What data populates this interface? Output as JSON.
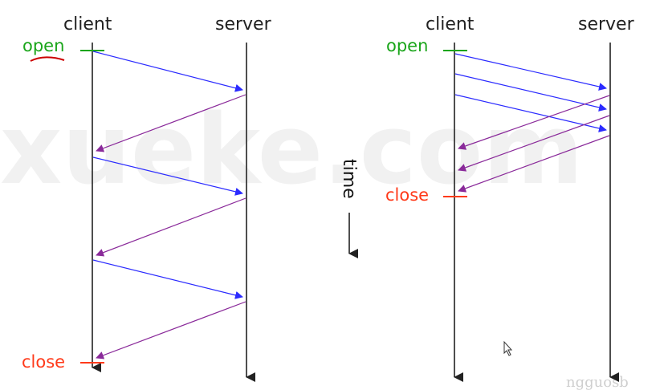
{
  "watermark": {
    "text": "xueke.com",
    "bottom_text": "ngguosb"
  },
  "colors": {
    "client_to_server": "#2b2bff",
    "server_to_client": "#8a2a9a",
    "open": "#1aa51a",
    "close": "#ff3a1a",
    "lifeline": "#222222",
    "underline": "#cc0000"
  },
  "left": {
    "client_label": "client",
    "server_label": "server",
    "open_label": "open",
    "close_label": "close"
  },
  "right": {
    "client_label": "client",
    "server_label": "server",
    "open_label": "open",
    "close_label": "close"
  },
  "time_label": "time"
}
